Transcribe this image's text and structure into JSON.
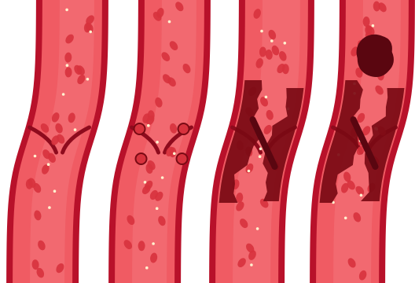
{
  "figure": {
    "panel_count": 4,
    "colors": {
      "background": "#ffffff",
      "vessel_wall": "#b8112a",
      "vessel_wall_dark": "#8e0b1d",
      "blood_lumen": "#f05b63",
      "blood_lumen_light": "#f57a80",
      "red_cell": "#d7323d",
      "platelet": "#fff3d0",
      "clot": "#7a0a14",
      "clot_dark": "#5a0610"
    },
    "panels": [
      {
        "stage": "normal-vessel-with-valve",
        "clot_level": 0
      },
      {
        "stage": "cells-gathering-at-valve",
        "clot_level": 0.2
      },
      {
        "stage": "thrombus-forming",
        "clot_level": 0.7
      },
      {
        "stage": "thrombus-with-detaching-embolus",
        "clot_level": 1
      }
    ]
  }
}
